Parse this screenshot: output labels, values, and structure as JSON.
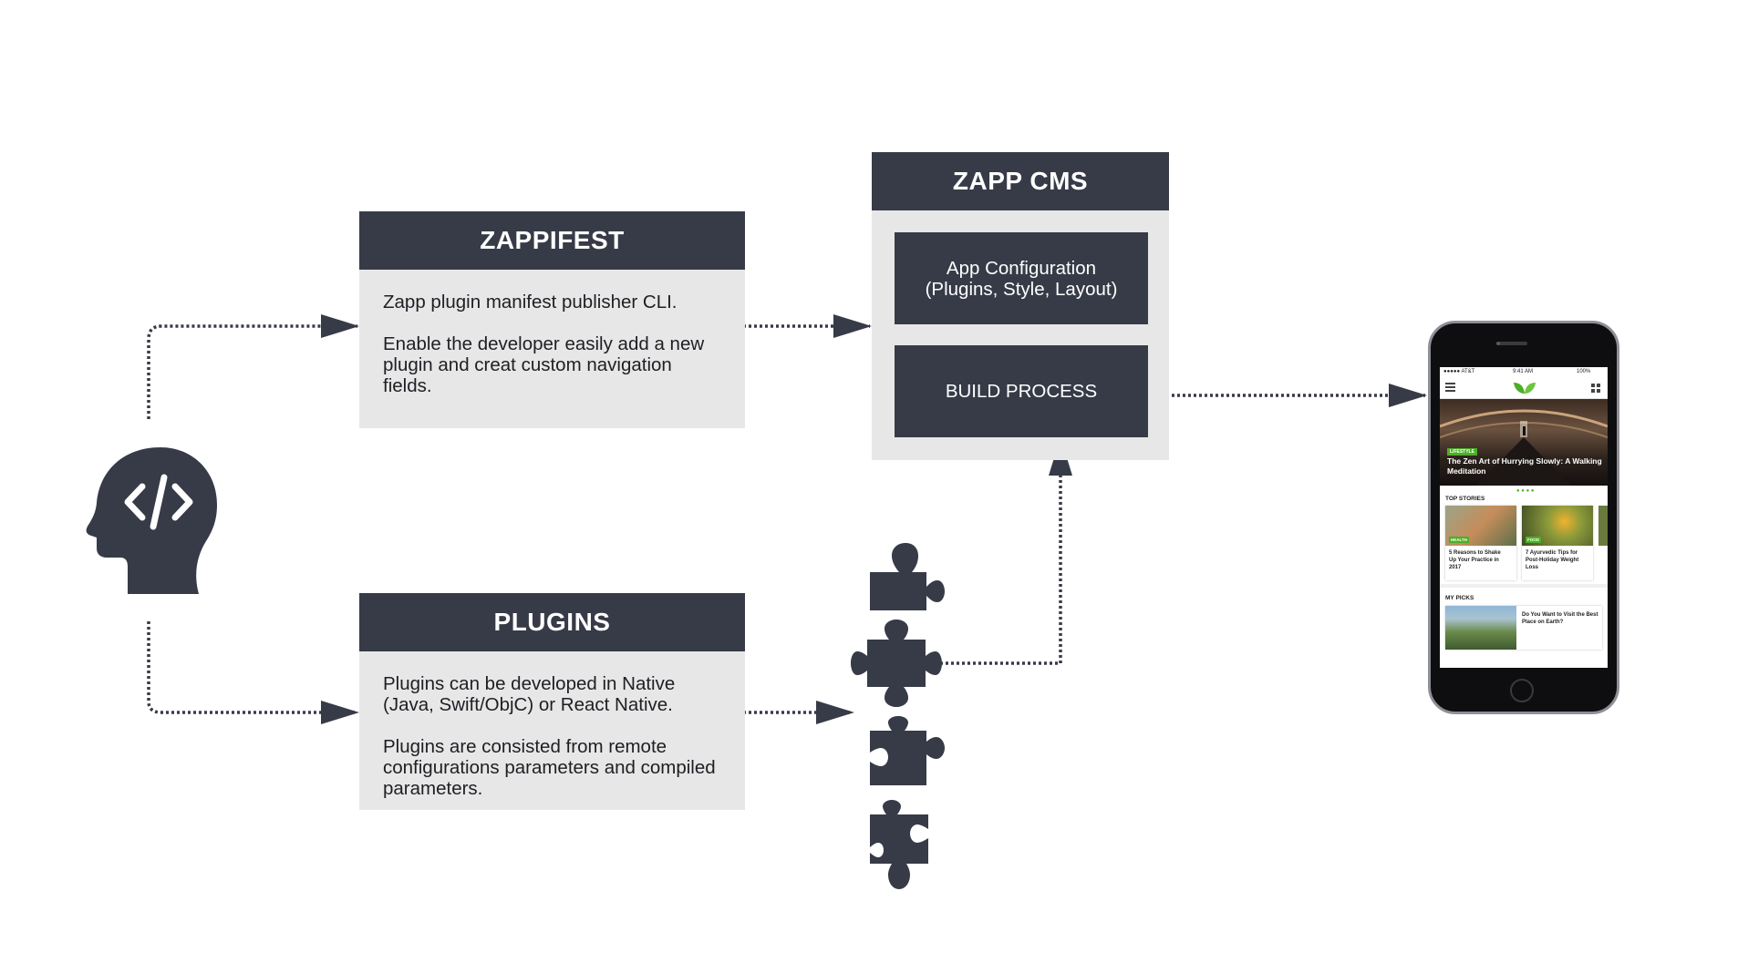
{
  "colors": {
    "dark": "#373b47",
    "panel": "#e7e7e7",
    "text": "#1e1f24",
    "arrow": "#373b47",
    "brand_green": "#4caf28"
  },
  "developer": {
    "icon": "head-code-icon",
    "glyph": "</>"
  },
  "zappifest": {
    "title": "ZAPPIFEST",
    "paragraphs": [
      "Zapp plugin manifest publisher CLI.",
      "Enable the developer easily add a new plugin and creat custom navigation fields."
    ]
  },
  "plugins": {
    "title": "PLUGINS",
    "paragraphs": [
      "Plugins can be developed in Native (Java, Swift/ObjC) or React Native.",
      "Plugins are consisted from remote configurations parameters and compiled parameters."
    ],
    "piece_icon": "puzzle-piece-icon",
    "piece_count": 4
  },
  "zapp_cms": {
    "title": "ZAPP CMS",
    "app_config": "App Configuration\n(Plugins, Style, Layout)",
    "build_process": "BUILD PROCESS"
  },
  "phone": {
    "status": {
      "carrier": "●●●●● AT&T",
      "time": "9:41 AM",
      "battery": "100%"
    },
    "hero": {
      "tag": "LIFESTYLE",
      "title": "The Zen Art of Hurrying Slowly: A Walking Meditation"
    },
    "top_stories": {
      "label": "TOP STORIES",
      "cards": [
        {
          "tag": "HEALTH",
          "title": "5 Reasons to Shake Up Your Practice in 2017"
        },
        {
          "tag": "FOOD",
          "title": "7 Ayurvedic Tips for Post-Holiday Weight Loss"
        }
      ]
    },
    "my_picks": {
      "label": "MY PICKS",
      "item": "Do You Want to Visit the Best Place on Earth?"
    }
  }
}
